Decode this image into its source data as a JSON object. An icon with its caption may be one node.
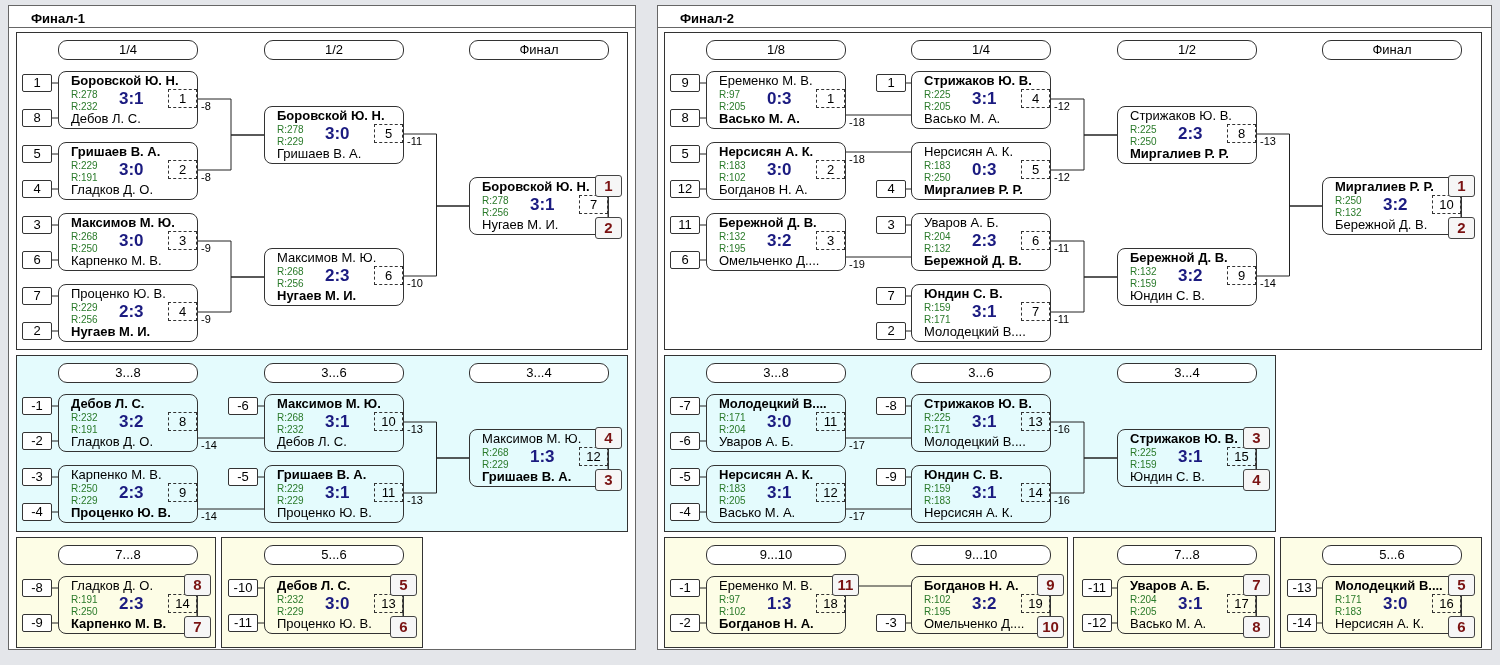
{
  "diagram": {
    "nodes": [
      {
        "text": [
          "Финал-1"
        ]
      },
      {
        "text": [],
        "shape": "box",
        "in": 0
      },
      {
        "text": [
          "1/4"
        ],
        "in": 1
      },
      {
        "text": [
          "1/2"
        ],
        "in": 1
      },
      {
        "text": [
          "Финал"
        ],
        "in": 1
      },
      {
        "text": [
          "1"
        ],
        "in": 1
      },
      {
        "text": [
          "8"
        ],
        "in": 1
      },
      {
        "text": [
          "Боровской Ю. Н.",
          "R:278",
          "R:232",
          "3:1",
          "Дебов Л. С."
        ],
        "in": 1
      },
      {
        "text": [
          "1"
        ],
        "in": 7
      },
      {
        "text": [
          "5"
        ],
        "in": 1
      },
      {
        "text": [
          "4"
        ],
        "in": 1
      },
      {
        "text": [
          "Гришаев В. А.",
          "R:229",
          "R:191",
          "3:0",
          "Гладков Д. О."
        ],
        "in": 1
      },
      {
        "text": [
          "2"
        ],
        "in": 11
      },
      {
        "text": [
          "3"
        ],
        "in": 1
      },
      {
        "text": [
          "6"
        ],
        "in": 1
      },
      {
        "text": [
          "Максимов М. Ю.",
          "R:268",
          "R:250",
          "3:0",
          "Карпенко М. В."
        ],
        "in": 1
      },
      {
        "text": [
          "3"
        ],
        "in": 15
      },
      {
        "text": [
          "7"
        ],
        "in": 1
      },
      {
        "text": [
          "2"
        ],
        "in": 1
      },
      {
        "text": [
          "Проценко Ю. В.",
          "R:229",
          "R:256",
          "2:3",
          "Нугаев М. И."
        ],
        "in": 1
      },
      {
        "text": [
          "4"
        ],
        "in": 19
      },
      {
        "text": [
          "Боровской Ю. Н.",
          "R:278",
          "R:229",
          "3:0",
          "Гришаев В. А."
        ],
        "in": 1
      },
      {
        "text": [
          "5"
        ],
        "in": 21
      },
      {
        "text": [
          "Максимов М. Ю.",
          "R:268",
          "R:256",
          "2:3",
          "Нугаев М. И."
        ],
        "in": 1
      },
      {
        "text": [
          "6"
        ],
        "in": 23
      },
      {
        "text": [
          "Боровской Ю. Н.",
          "R:278",
          "R:256",
          "3:1",
          "Нугаев М. И."
        ],
        "in": 1
      },
      {
        "text": [
          "7"
        ],
        "in": 25
      },
      {
        "text": [
          "1"
        ],
        "in": 1
      },
      {
        "text": [
          "2"
        ],
        "in": 1
      },
      {
        "text": [],
        "shape": "box",
        "in": 0
      },
      {
        "text": [
          "3...8"
        ],
        "in": 29
      },
      {
        "text": [
          "3...6"
        ],
        "in": 29
      },
      {
        "text": [
          "3...4"
        ],
        "in": 29
      },
      {
        "text": [
          "-1"
        ],
        "in": 29
      },
      {
        "text": [
          "-2"
        ],
        "in": 29
      },
      {
        "text": [
          "Дебов Л. С.",
          "R:232",
          "R:191",
          "3:2",
          "Гладков Д. О."
        ],
        "in": 29
      },
      {
        "text": [
          "8"
        ],
        "in": 35
      },
      {
        "text": [
          "-3"
        ],
        "in": 29
      },
      {
        "text": [
          "-4"
        ],
        "in": 29
      },
      {
        "text": [
          "Карпенко М. В.",
          "R:250",
          "R:229",
          "2:3",
          "Проценко Ю. В."
        ],
        "in": 29
      },
      {
        "text": [
          "9"
        ],
        "in": 39
      },
      {
        "text": [
          "-6"
        ],
        "in": 29
      },
      {
        "text": [
          "Максимов М. Ю.",
          "R:268",
          "R:232",
          "3:1",
          "Дебов Л. С."
        ],
        "in": 29
      },
      {
        "text": [
          "10"
        ],
        "in": 42
      },
      {
        "text": [
          "-5"
        ],
        "in": 29
      },
      {
        "text": [
          "Гришаев В. А.",
          "R:229",
          "R:229",
          "3:1",
          "Проценко Ю. В."
        ],
        "in": 29
      },
      {
        "text": [
          "11"
        ],
        "in": 45
      },
      {
        "text": [
          "Максимов М. Ю.",
          "R:268",
          "R:229",
          "1:3",
          "Гришаев В. А."
        ],
        "in": 29
      },
      {
        "text": [
          "12"
        ],
        "in": 47
      },
      {
        "text": [
          "4"
        ],
        "in": 29
      },
      {
        "text": [
          "3"
        ],
        "in": 29
      },
      {
        "text": [],
        "shape": "box",
        "in": 0
      },
      {
        "text": [
          "7...8"
        ],
        "in": 51
      },
      {
        "text": [
          "-8"
        ],
        "in": 51
      },
      {
        "text": [
          "-9"
        ],
        "in": 51
      },
      {
        "text": [
          "Гладков Д. О.",
          "R:191",
          "R:250",
          "2:3",
          "Карпенко М. В."
        ],
        "in": 51
      },
      {
        "text": [
          "14"
        ],
        "in": 55
      },
      {
        "text": [
          "8"
        ],
        "in": 51
      },
      {
        "text": [
          "7"
        ],
        "in": 51
      },
      {
        "text": [],
        "shape": "box",
        "in": 0
      },
      {
        "text": [
          "5...6"
        ],
        "in": 59
      },
      {
        "text": [
          "-10"
        ],
        "in": 59
      },
      {
        "text": [
          "-11"
        ],
        "in": 59
      },
      {
        "text": [
          "Дебов Л. С.",
          "R:232",
          "R:229",
          "3:0",
          "Проценко Ю. В."
        ],
        "in": 59
      },
      {
        "text": [
          "13"
        ],
        "in": 63
      },
      {
        "text": [
          "5"
        ],
        "in": 59
      },
      {
        "text": [
          "6"
        ],
        "in": 59
      },
      {
        "text": [
          "Финал-2"
        ]
      },
      {
        "text": [],
        "shape": "box",
        "in": 67
      },
      {
        "text": [
          "1/8"
        ],
        "in": 68
      },
      {
        "text": [
          "1/4"
        ],
        "in": 68
      },
      {
        "text": [
          "1/2"
        ],
        "in": 68
      },
      {
        "text": [
          "Финал"
        ],
        "in": 68
      },
      {
        "text": [
          "9"
        ],
        "in": 68
      },
      {
        "text": [
          "8"
        ],
        "in": 68
      },
      {
        "text": [
          "Еременко М. В.",
          "R:97",
          "R:205",
          "0:3",
          "Васько М. А."
        ],
        "in": 68
      },
      {
        "text": [
          "1"
        ],
        "in": 75
      },
      {
        "text": [
          "5"
        ],
        "in": 68
      },
      {
        "text": [
          "12"
        ],
        "in": 68
      },
      {
        "text": [
          "Нерсисян А. К.",
          "R:183",
          "R:102",
          "3:0",
          "Богданов Н. А."
        ],
        "in": 68
      },
      {
        "text": [
          "2"
        ],
        "in": 79
      },
      {
        "text": [
          "11"
        ],
        "in": 68
      },
      {
        "text": [
          "6"
        ],
        "in": 68
      },
      {
        "text": [
          "Бережной Д. В.",
          "R:132",
          "R:195",
          "3:2",
          "Омельченко Д...."
        ],
        "in": 68
      },
      {
        "text": [
          "3"
        ],
        "in": 83
      },
      {
        "text": [
          "1"
        ],
        "in": 68
      },
      {
        "text": [
          "Стрижаков Ю. В.",
          "R:225",
          "R:205",
          "3:1",
          "Васько М. А."
        ],
        "in": 68
      },
      {
        "text": [
          "4"
        ],
        "in": 86
      },
      {
        "text": [
          "4"
        ],
        "in": 68
      },
      {
        "text": [
          "Нерсисян А. К.",
          "R:183",
          "R:250",
          "0:3",
          "Миргалиев Р. Р."
        ],
        "in": 68
      },
      {
        "text": [
          "5"
        ],
        "in": 89
      },
      {
        "text": [
          "3"
        ],
        "in": 68
      },
      {
        "text": [
          "Уваров А. Б.",
          "R:204",
          "R:132",
          "2:3",
          "Бережной Д. В."
        ],
        "in": 68
      },
      {
        "text": [
          "6"
        ],
        "in": 92
      },
      {
        "text": [
          "7"
        ],
        "in": 68
      },
      {
        "text": [
          "2"
        ],
        "in": 68
      },
      {
        "text": [
          "Юндин С. В.",
          "R:159",
          "R:171",
          "3:1",
          "Молодецкий В...."
        ],
        "in": 68
      },
      {
        "text": [
          "7"
        ],
        "in": 96
      },
      {
        "text": [
          "Стрижаков Ю. В.",
          "R:225",
          "R:250",
          "2:3",
          "Миргалиев Р. Р."
        ],
        "in": 68
      },
      {
        "text": [
          "8"
        ],
        "in": 98
      },
      {
        "text": [
          "Бережной Д. В.",
          "R:132",
          "R:159",
          "3:2",
          "Юндин С. В."
        ],
        "in": 68
      },
      {
        "text": [
          "9"
        ],
        "in": 100
      },
      {
        "text": [
          "Миргалиев Р. Р.",
          "R:250",
          "R:132",
          "3:2",
          "Бережной Д. В."
        ],
        "in": 68
      },
      {
        "text": [
          "10"
        ],
        "in": 102
      },
      {
        "text": [
          "1"
        ],
        "in": 68
      },
      {
        "text": [
          "2"
        ],
        "in": 68
      },
      {
        "text": [],
        "shape": "box",
        "in": 67
      },
      {
        "text": [
          "3...8"
        ],
        "in": 106
      },
      {
        "text": [
          "3...6"
        ],
        "in": 106
      },
      {
        "text": [
          "3...4"
        ],
        "in": 106
      },
      {
        "text": [
          "-7"
        ],
        "in": 106
      },
      {
        "text": [
          "-6"
        ],
        "in": 106
      },
      {
        "text": [
          "Молодецкий В....",
          "R:171",
          "R:204",
          "3:0",
          "Уваров А. Б."
        ],
        "in": 106
      },
      {
        "text": [
          "11"
        ],
        "in": 112
      },
      {
        "text": [
          "-5"
        ],
        "in": 106
      },
      {
        "text": [
          "-4"
        ],
        "in": 106
      },
      {
        "text": [
          "Нерсисян А. К.",
          "R:183",
          "R:205",
          "3:1",
          "Васько М. А."
        ],
        "in": 106
      },
      {
        "text": [
          "12"
        ],
        "in": 116
      },
      {
        "text": [
          "-8"
        ],
        "in": 106
      },
      {
        "text": [
          "Стрижаков Ю. В.",
          "R:225",
          "R:171",
          "3:1",
          "Молодецкий В...."
        ],
        "in": 106
      },
      {
        "text": [
          "13"
        ],
        "in": 119
      },
      {
        "text": [
          "-9"
        ],
        "in": 106
      },
      {
        "text": [
          "Юндин С. В.",
          "R:159",
          "R:183",
          "3:1",
          "Нерсисян А. К."
        ],
        "in": 106
      },
      {
        "text": [
          "14"
        ],
        "in": 122
      },
      {
        "text": [
          "Стрижаков Ю. В.",
          "R:225",
          "R:159",
          "3:1",
          "Юндин С. В."
        ],
        "in": 106
      },
      {
        "text": [
          "15"
        ],
        "in": 124
      },
      {
        "text": [
          "3"
        ],
        "in": 106
      },
      {
        "text": [
          "4"
        ],
        "in": 106
      },
      {
        "text": [],
        "shape": "box",
        "in": 67
      },
      {
        "text": [
          "9...10"
        ],
        "in": 128
      },
      {
        "text": [
          "9...10"
        ],
        "in": 128
      },
      {
        "text": [
          "-1"
        ],
        "in": 128
      },
      {
        "text": [
          "-2"
        ],
        "in": 128
      },
      {
        "text": [
          "Еременко М. В.",
          "R:97",
          "R:102",
          "1:3",
          "Богданов Н. А."
        ],
        "in": 128
      },
      {
        "text": [
          "18"
        ],
        "in": 133
      },
      {
        "text": [
          "11"
        ],
        "in": 128
      },
      {
        "text": [
          "-3"
        ],
        "in": 128
      },
      {
        "text": [
          "Богданов Н. А.",
          "R:102",
          "R:195",
          "3:2",
          "Омельченко Д...."
        ],
        "in": 128
      },
      {
        "text": [
          "19"
        ],
        "in": 137
      },
      {
        "text": [
          "9"
        ],
        "in": 128
      },
      {
        "text": [
          "10"
        ],
        "in": 128
      },
      {
        "text": [],
        "shape": "box",
        "in": 67
      },
      {
        "text": [
          "7...8"
        ],
        "in": 141
      },
      {
        "text": [
          "-11"
        ],
        "in": 141
      },
      {
        "text": [
          "-12"
        ],
        "in": 141
      },
      {
        "text": [
          "Уваров А. Б.",
          "R:204",
          "R:205",
          "3:1",
          "Васько М. А."
        ],
        "in": 141
      },
      {
        "text": [
          "17"
        ],
        "in": 145
      },
      {
        "text": [
          "7"
        ],
        "in": 141
      },
      {
        "text": [
          "8"
        ],
        "in": 141
      },
      {
        "text": [],
        "shape": "box",
        "in": 67
      },
      {
        "text": [
          "5...6"
        ],
        "in": 149
      },
      {
        "text": [
          "-13"
        ],
        "in": 149
      },
      {
        "text": [
          "-14"
        ],
        "in": 149
      },
      {
        "text": [
          "Молодецкий В....",
          "R:171",
          "R:183",
          "3:0",
          "Нерсисян А. К."
        ],
        "in": 149
      },
      {
        "text": [
          "16"
        ],
        "in": 153
      },
      {
        "text": [
          "5"
        ],
        "in": 149
      },
      {
        "text": [
          "6"
        ],
        "in": 149
      }
    ],
    "edges": [
      {
        "from": 5,
        "to": 7,
        "arrow": "none"
      },
      {
        "from": 6,
        "to": 7,
        "arrow": "none"
      },
      {
        "from": 9,
        "to": 11,
        "arrow": "none"
      },
      {
        "from": 10,
        "to": 11,
        "arrow": "none"
      },
      {
        "from": 13,
        "to": 15,
        "arrow": "none"
      },
      {
        "from": 14,
        "to": 15,
        "arrow": "none"
      },
      {
        "from": 17,
        "to": 19,
        "arrow": "none"
      },
      {
        "from": 18,
        "to": 19,
        "arrow": "none"
      },
      {
        "from": 7,
        "to": 21,
        "arrow": "none",
        "label": "-8"
      },
      {
        "from": 11,
        "to": 21,
        "arrow": "none",
        "label": "-8"
      },
      {
        "from": 15,
        "to": 23,
        "arrow": "none",
        "label": "-9"
      },
      {
        "from": 19,
        "to": 23,
        "arrow": "none",
        "label": "-9"
      },
      {
        "from": 21,
        "to": 25,
        "arrow": "none",
        "label": "-11"
      },
      {
        "from": 23,
        "to": 25,
        "arrow": "none",
        "label": "-10"
      },
      {
        "from": 27,
        "to": 28,
        "arrow": "none"
      },
      {
        "from": 33,
        "to": 35,
        "arrow": "none"
      },
      {
        "from": 34,
        "to": 35,
        "arrow": "none"
      },
      {
        "from": 37,
        "to": 39,
        "arrow": "none"
      },
      {
        "from": 38,
        "to": 39,
        "arrow": "none"
      },
      {
        "from": 41,
        "to": 42,
        "arrow": "none"
      },
      {
        "from": 44,
        "to": 45,
        "arrow": "none"
      },
      {
        "from": 35,
        "to": 42,
        "arrow": "none",
        "label": "-14"
      },
      {
        "from": 39,
        "to": 45,
        "arrow": "none",
        "label": "-14"
      },
      {
        "from": 42,
        "to": 47,
        "arrow": "none",
        "label": "-13"
      },
      {
        "from": 45,
        "to": 47,
        "arrow": "none",
        "label": "-13"
      },
      {
        "from": 49,
        "to": 50,
        "arrow": "none"
      },
      {
        "from": 53,
        "to": 55,
        "arrow": "none"
      },
      {
        "from": 54,
        "to": 55,
        "arrow": "none"
      },
      {
        "from": 57,
        "to": 58,
        "arrow": "none"
      },
      {
        "from": 61,
        "to": 63,
        "arrow": "none"
      },
      {
        "from": 62,
        "to": 63,
        "arrow": "none"
      },
      {
        "from": 65,
        "to": 66,
        "arrow": "none"
      },
      {
        "from": 73,
        "to": 75,
        "arrow": "none"
      },
      {
        "from": 74,
        "to": 75,
        "arrow": "none"
      },
      {
        "from": 77,
        "to": 79,
        "arrow": "none"
      },
      {
        "from": 78,
        "to": 79,
        "arrow": "none"
      },
      {
        "from": 81,
        "to": 83,
        "arrow": "none"
      },
      {
        "from": 82,
        "to": 83,
        "arrow": "none"
      },
      {
        "from": 85,
        "to": 86,
        "arrow": "none"
      },
      {
        "from": 88,
        "to": 89,
        "arrow": "none"
      },
      {
        "from": 91,
        "to": 92,
        "arrow": "none"
      },
      {
        "from": 94,
        "to": 96,
        "arrow": "none"
      },
      {
        "from": 95,
        "to": 96,
        "arrow": "none"
      },
      {
        "from": 75,
        "to": 86,
        "arrow": "none",
        "label": "-18"
      },
      {
        "from": 79,
        "to": 89,
        "arrow": "none",
        "label": "-18"
      },
      {
        "from": 83,
        "to": 92,
        "arrow": "none",
        "label": "-19"
      },
      {
        "from": 86,
        "to": 98,
        "arrow": "none",
        "label": "-12"
      },
      {
        "from": 89,
        "to": 98,
        "arrow": "none",
        "label": "-12"
      },
      {
        "from": 92,
        "to": 100,
        "arrow": "none",
        "label": "-11"
      },
      {
        "from": 96,
        "to": 100,
        "arrow": "none",
        "label": "-11"
      },
      {
        "from": 98,
        "to": 102,
        "arrow": "none",
        "label": "-13"
      },
      {
        "from": 100,
        "to": 102,
        "arrow": "none",
        "label": "-14"
      },
      {
        "from": 104,
        "to": 105,
        "arrow": "none"
      },
      {
        "from": 110,
        "to": 112,
        "arrow": "none"
      },
      {
        "from": 111,
        "to": 112,
        "arrow": "none"
      },
      {
        "from": 114,
        "to": 116,
        "arrow": "none"
      },
      {
        "from": 115,
        "to": 116,
        "arrow": "none"
      },
      {
        "from": 118,
        "to": 119,
        "arrow": "none"
      },
      {
        "from": 121,
        "to": 122,
        "arrow": "none"
      },
      {
        "from": 112,
        "to": 119,
        "arrow": "none",
        "label": "-17"
      },
      {
        "from": 116,
        "to": 122,
        "arrow": "none",
        "label": "-17"
      },
      {
        "from": 119,
        "to": 124,
        "arrow": "none",
        "label": "-16"
      },
      {
        "from": 122,
        "to": 124,
        "arrow": "none",
        "label": "-16"
      },
      {
        "from": 126,
        "to": 127,
        "arrow": "none"
      },
      {
        "from": 131,
        "to": 133,
        "arrow": "none"
      },
      {
        "from": 132,
        "to": 133,
        "arrow": "none"
      },
      {
        "from": 136,
        "to": 137,
        "arrow": "none"
      },
      {
        "from": 135,
        "to": 137,
        "arrow": "none"
      },
      {
        "from": 139,
        "to": 140,
        "arrow": "none"
      },
      {
        "from": 143,
        "to": 145,
        "arrow": "none"
      },
      {
        "from": 144,
        "to": 145,
        "arrow": "none"
      },
      {
        "from": 147,
        "to": 148,
        "arrow": "none"
      },
      {
        "from": 151,
        "to": 153,
        "arrow": "none"
      },
      {
        "from": 152,
        "to": 153,
        "arrow": "none"
      },
      {
        "from": 155,
        "to": 156,
        "arrow": "none"
      }
    ]
  }
}
